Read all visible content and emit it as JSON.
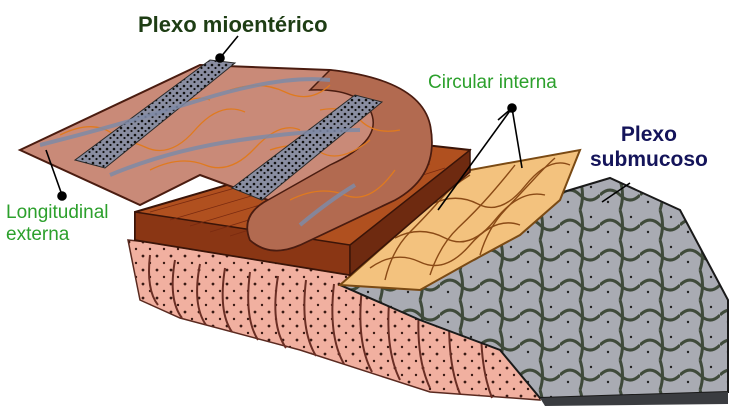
{
  "labels": {
    "myenteric_plexus": "Plexo mioentérico",
    "internal_circular": "Circular interna",
    "external_longitudinal": [
      "Longitudinal",
      "externa"
    ],
    "submucous_plexus": [
      "Plexo",
      "submucoso"
    ]
  },
  "colors": {
    "myenteric_label": "#1e3d14",
    "layer_label": "#2ca02c",
    "submucous_label": "#14145a",
    "longitudinal_muscle": "#c98a78",
    "circular_muscle": "#a4461f",
    "submucosa": "#f3c27e",
    "mucosa": "#a8aab0",
    "villi": "#f1b0a0"
  }
}
